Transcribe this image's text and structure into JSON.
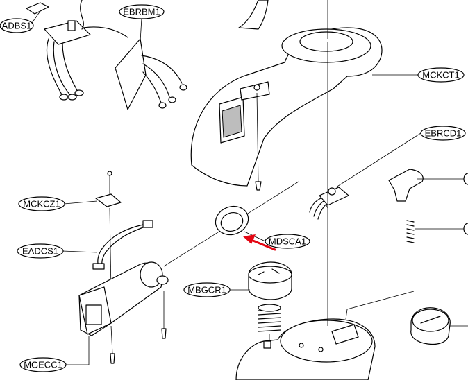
{
  "labels": {
    "adbs1": "ADBS1",
    "ebrbm1": "EBRBM1",
    "mckct1": "MCKCT1",
    "ebrcd1": "EBRCD1",
    "mckcz1": "MCKCZ1",
    "eadcs1": "EADCS1",
    "mdsca1": "MDSCA1",
    "mbgcr1": "MBGCR1",
    "mgecc1": "MGECC1"
  },
  "colors": {
    "line": "#000000",
    "highlight_arrow": "#e30613",
    "background": "#ffffff",
    "shading": "#bdbdbd"
  },
  "icons": {
    "highlight_arrow": "red-arrow-icon"
  }
}
